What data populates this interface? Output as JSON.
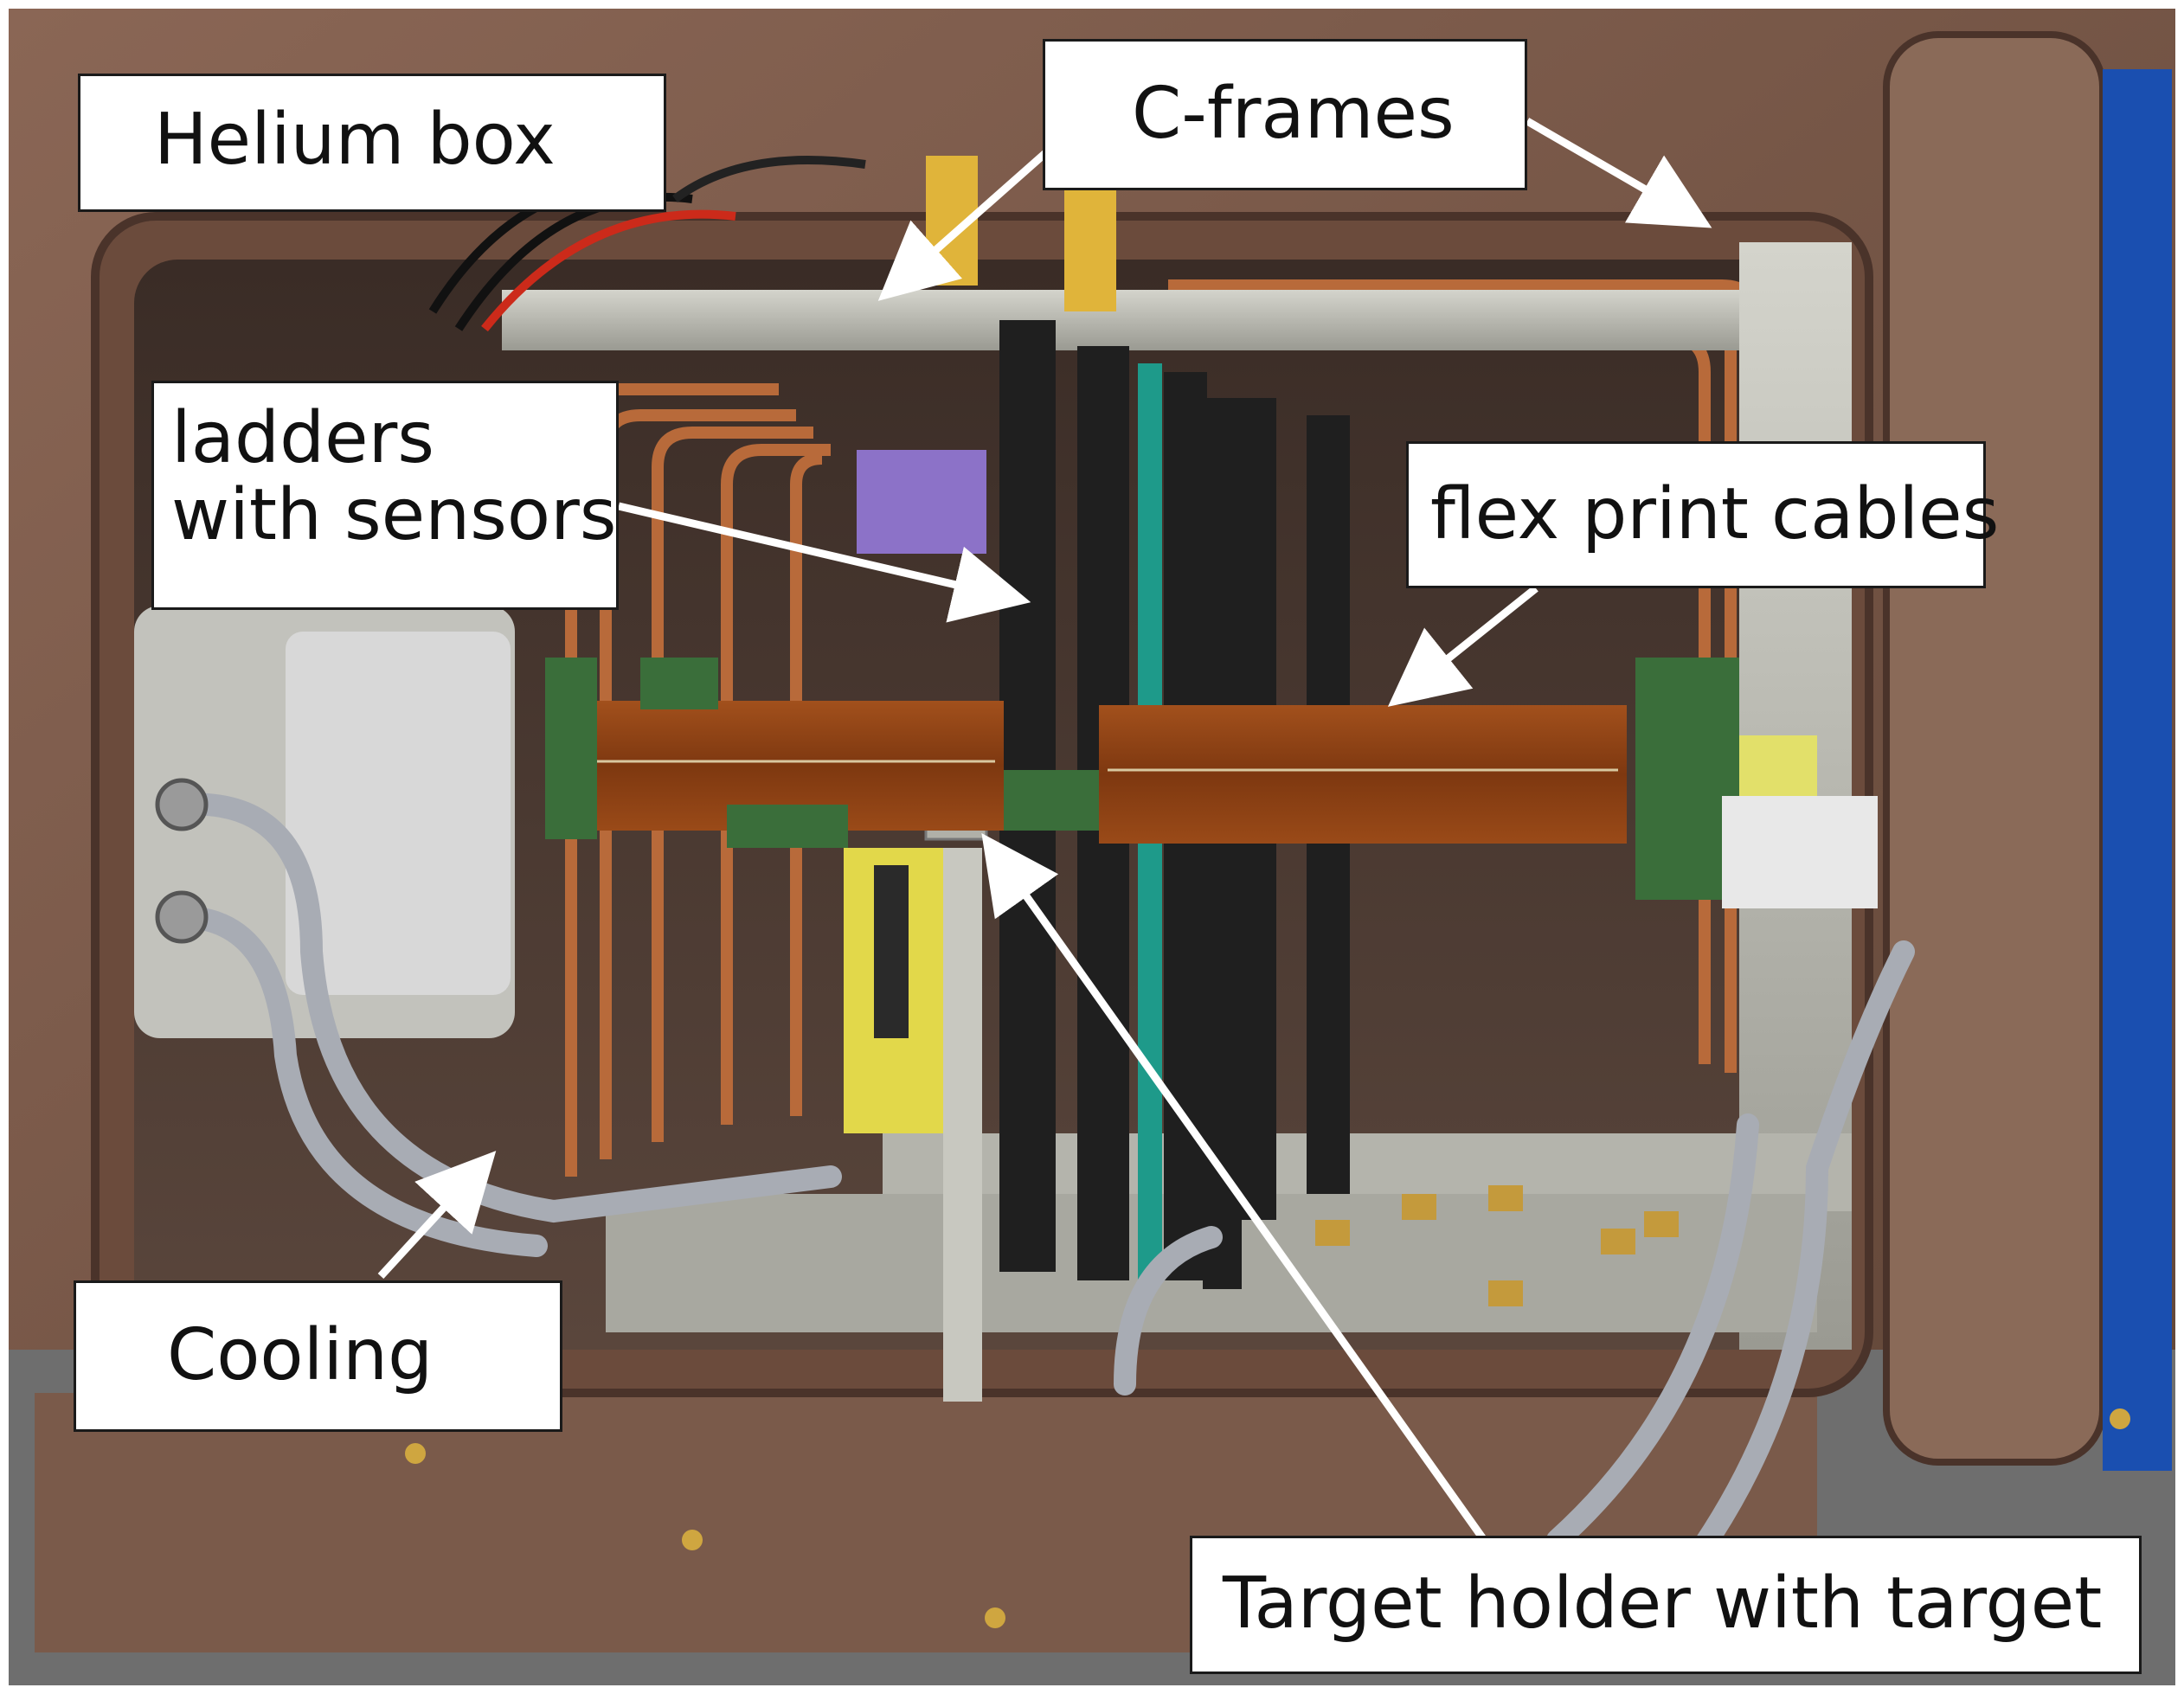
{
  "image": {
    "subject": "open silicon-detector helium box",
    "colors": {
      "housing": "#7b5a4a",
      "housing_dark": "#4a332a",
      "frame_metal": "#b8b8b0",
      "copper": "#b86a3a",
      "flex_cable": "#8a3e14",
      "ladder": "#1f1f1f",
      "board": "#3a6e3a",
      "accent_teal": "#1e9a8a",
      "accent_blue": "#1a4fb0",
      "target_yellow": "#e2d84a"
    }
  },
  "labels": {
    "helium_box": "Helium box",
    "c_frames": "C-frames",
    "ladders_line1": "ladders",
    "ladders_line2": "with sensors",
    "flex_print_cables": "flex print cables",
    "cooling": "Cooling",
    "target_holder": "Target holder with target"
  }
}
